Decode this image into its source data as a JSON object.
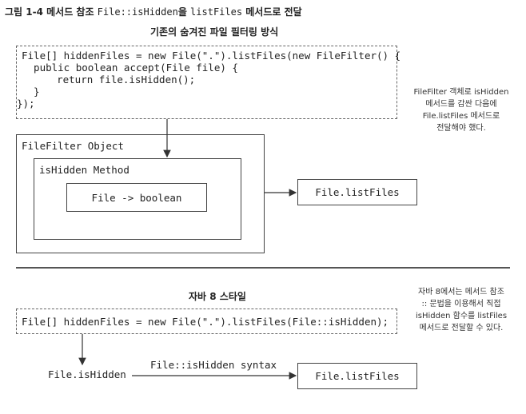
{
  "figure": {
    "caption_prefix": "그림 1-4 메서드 참조 ",
    "caption_code": "File::isHidden",
    "caption_mid": "을 ",
    "caption_code2": "listFiles",
    "caption_suffix": " 메서드로 전달"
  },
  "legacy": {
    "title": "기존의 숨겨진 파일 필터링 방식",
    "code_lines": [
      "File[] hiddenFiles = new File(\".\").listFiles(new FileFilter() {",
      "  public boolean accept(File file) {",
      "    return file.isHidden();",
      "  }",
      "});"
    ],
    "outer_box_label": "FileFilter Object",
    "inner_box_label": "isHidden Method",
    "innermost_box_label": "File -> boolean",
    "target_box_label": "File.listFiles",
    "note_lines": [
      "FileFilter 객체로 isHidden",
      "메서드를 감싼 다음에",
      "File.listFiles 메서드로",
      "전달해야 했다."
    ]
  },
  "java8": {
    "title": "자바 8 스타일",
    "code_line": "File[] hiddenFiles = new File(\".\").listFiles(File::isHidden);",
    "source_label": "File.isHidden",
    "arrow_label": "File::isHidden syntax",
    "target_box_label": "File.listFiles",
    "note_lines": [
      "자바 8에서는 메서드 참조",
      ":: 문법을 이용해서 직접",
      "isHidden 함수를 listFiles",
      "메서드로 전달할 수 있다."
    ]
  }
}
